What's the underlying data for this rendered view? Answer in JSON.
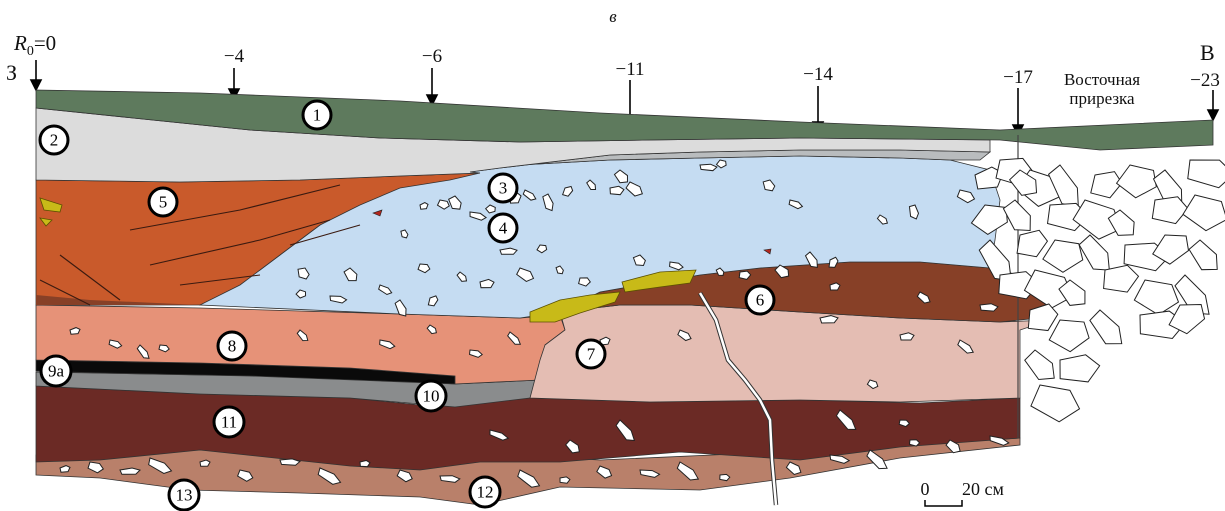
{
  "figure_letter": "в",
  "origin_label": "R",
  "origin_subscript": "0",
  "origin_value": "=0",
  "west_letter": "З",
  "east_letter": "В",
  "east_value": "−23",
  "east_trench_label_line1": "Восточная",
  "east_trench_label_line2": "прирезка",
  "markers": [
    "−4",
    "−6",
    "−11",
    "−14",
    "−17"
  ],
  "layer_labels": [
    "1",
    "2",
    "3",
    "4",
    "5",
    "6",
    "7",
    "8",
    "9а",
    "10",
    "11",
    "12",
    "13"
  ],
  "scale_bar": {
    "start_label": "0",
    "end_label": "20 см"
  },
  "colors": {
    "layer_1": "#5e7a5d",
    "layer_2": "#dcdcdc",
    "layer_3": "#b9bcbe",
    "layer_4": "#c5dcf2",
    "layer_5": "#c95a2b",
    "layer_6": "#874027",
    "layer_7": "#e4bdb3",
    "layer_8": "#e69278",
    "layer_9a": "#0a0a0a",
    "layer_10": "#8a8c8d",
    "layer_11": "#6b2a25",
    "layer_12": "#b9806a",
    "inclusion_yellow": "#c8ba18"
  }
}
